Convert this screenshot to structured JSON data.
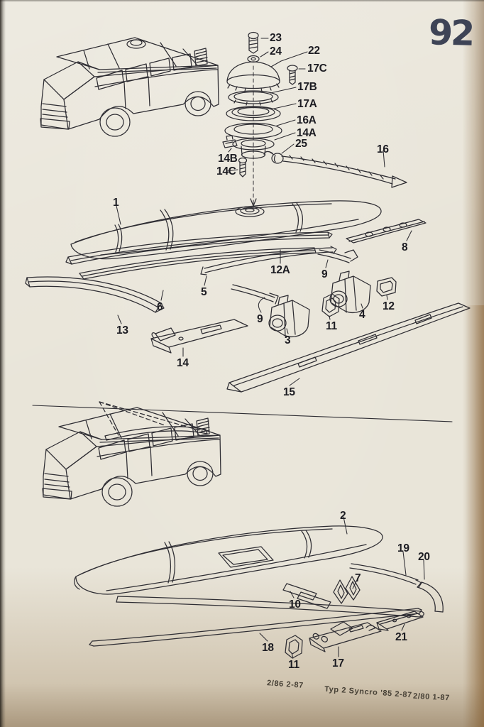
{
  "page": {
    "number": "92",
    "footer": {
      "left": "2/86  2-87",
      "center": "Typ 2 Syncro '85  2-87",
      "right": "2/80  1-87"
    },
    "colors": {
      "paper": "#e9e5d9",
      "ink": "#2e2d33",
      "page_number_ink": "#3e4456",
      "page_edge": "#a9845c"
    }
  },
  "diagram": {
    "callouts_top": [
      "23",
      "24",
      "22",
      "17C",
      "17B",
      "17A",
      "16A",
      "14A",
      "25",
      "14B",
      "14C",
      "16",
      "1",
      "8",
      "12A",
      "9",
      "5",
      "6",
      "9",
      "11",
      "4",
      "12",
      "13",
      "3",
      "14",
      "15"
    ],
    "callouts_bottom": [
      "2",
      "19",
      "20",
      "7",
      "10",
      "18",
      "11",
      "17",
      "21"
    ]
  }
}
